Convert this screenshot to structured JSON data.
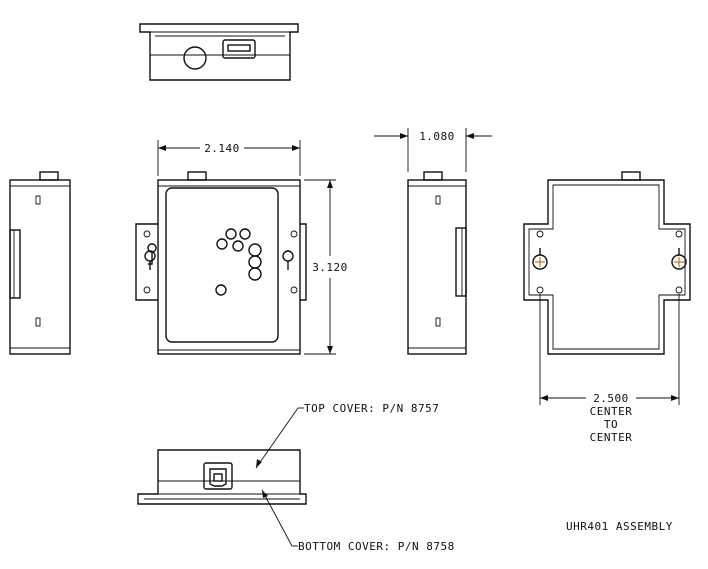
{
  "dimensions": {
    "width": "2.140",
    "depth": "1.080",
    "height": "3.120",
    "hole_spacing_value": "2.500",
    "hole_spacing_line1": "CENTER",
    "hole_spacing_line2": "TO",
    "hole_spacing_line3": "CENTER"
  },
  "callouts": {
    "top_cover": "TOP COVER: P/N 8757",
    "bottom_cover": "BOTTOM COVER: P/N 8758"
  },
  "title": "UHR401 ASSEMBLY",
  "colors": {
    "line": "#111111",
    "screw_mark": "#c07a1a"
  }
}
